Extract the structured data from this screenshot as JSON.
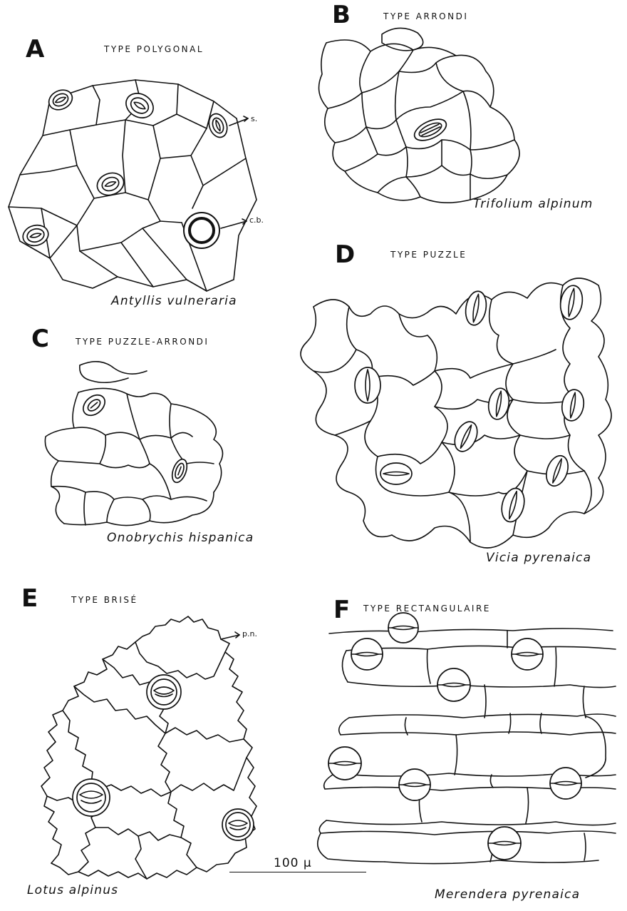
{
  "panels": {
    "A": {
      "letter": "A",
      "title": "TYPE POLYGONAL",
      "species": "Antyllis vulneraria",
      "annotations": {
        "stoma": "s.",
        "trichome_base": "c.b."
      }
    },
    "B": {
      "letter": "B",
      "title": "TYPE ARRONDI",
      "species": "Trifolium alpinum"
    },
    "C": {
      "letter": "C",
      "title": "TYPE PUZZLE-ARRONDI",
      "species": "Onobrychis hispanica"
    },
    "D": {
      "letter": "D",
      "title": "TYPE PUZZLE",
      "species": "Vicia pyrenaica"
    },
    "E": {
      "letter": "E",
      "title": "TYPE BRISÉ",
      "species": "Lotus alpinus",
      "annotations": {
        "knot": "p.n."
      }
    },
    "F": {
      "letter": "F",
      "title": "TYPE RECTANGULAIRE",
      "species": "Merendera pyrenaica"
    }
  },
  "scale_bar": {
    "label": "100 µ"
  }
}
